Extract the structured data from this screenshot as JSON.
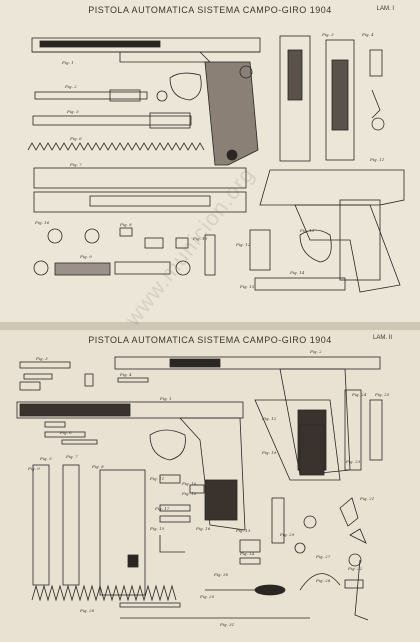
{
  "plate1": {
    "title": "PISTOLA AUTOMATICA SISTEMA CAMPO-GIRO 1904",
    "plate_number": "LAM. I",
    "figure_labels": [
      "Fig. 1",
      "Fig. 2",
      "Fig. 3",
      "Fig. 4",
      "Fig. 5",
      "Fig. 6",
      "Fig. 7",
      "Fig. 8",
      "Fig. 9",
      "Fig. 10",
      "Fig. 11",
      "Fig. 12",
      "Fig. 13",
      "Fig. 14",
      "Fig. 15",
      "Fig. 16"
    ]
  },
  "plate2": {
    "title": "PISTOLA AUTOMATICA SISTEMA CAMPO-GIRO 1904",
    "plate_number": "LAM. II",
    "figure_labels": [
      "Fig. 1",
      "Fig. 2",
      "Fig. 3",
      "Fig. 4",
      "Fig. 5",
      "Fig. 6",
      "Fig. 7",
      "Fig. 8",
      "Fig. 9",
      "Fig. 10",
      "Fig. 11",
      "Fig. 12",
      "Fig. 13",
      "Fig. 14",
      "Fig. 15",
      "Fig. 16",
      "Fig. 17",
      "Fig. 18",
      "Fig. 19",
      "Fig. 20",
      "Fig. 21",
      "Fig. 22",
      "Fig. 23",
      "Fig. 24",
      "Fig. 25",
      "Fig. 26",
      "Fig. 27",
      "Fig. 28",
      "Fig. 29",
      "Fig. 30",
      "Fig. 31"
    ]
  },
  "watermark": "www.municion.org",
  "colors": {
    "paper": "#ece6d8",
    "ink": "#2a2622"
  }
}
